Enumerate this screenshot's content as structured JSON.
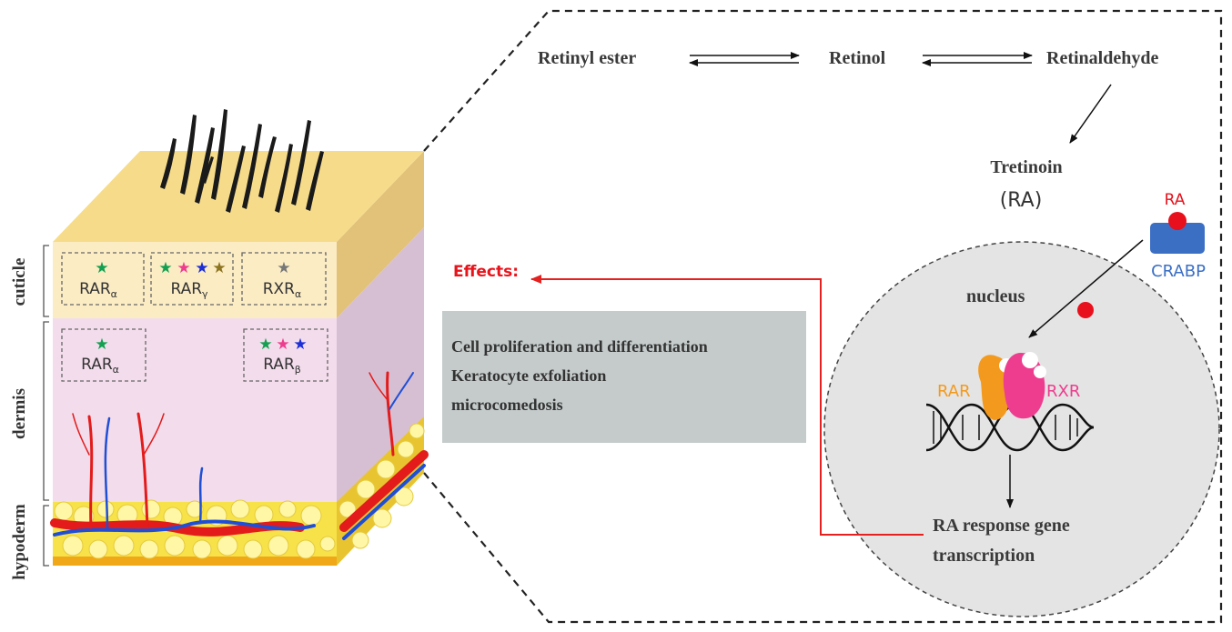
{
  "pathway": {
    "retinyl_ester": "Retinyl ester",
    "retinol": "Retinol",
    "retinaldehyde": "Retinaldehyde",
    "tretinoin": "Tretinoin",
    "ra_paren": "(RA)"
  },
  "receptor_panel": {
    "ra_label": "RA",
    "crabp_label": "CRABP",
    "nucleus_label": "nucleus",
    "rar_label": "RAR",
    "rxr_label": "RXR",
    "transcription_line1": "RA response gene",
    "transcription_line2": "transcription"
  },
  "effects": {
    "label": "Effects:",
    "items": [
      "Cell proliferation and differentiation",
      "Keratocyte exfoliation",
      "microcomedosis"
    ]
  },
  "skin": {
    "layers": [
      "cuticle",
      "dermis",
      "hypoderm"
    ],
    "cuticle_receptors": [
      {
        "base": "RAR",
        "sub": "α"
      },
      {
        "base": "RAR",
        "sub": "γ"
      },
      {
        "base": "RXR",
        "sub": "α"
      }
    ],
    "dermis_receptors": [
      {
        "base": "RAR",
        "sub": "α"
      },
      {
        "base": "RAR",
        "sub": "β"
      }
    ]
  },
  "colors": {
    "effects_red": "#e8141c",
    "arrow_red": "#e5211f",
    "ra_dot": "#e8101c",
    "crabp_blue": "#3b6fc4",
    "rar_orange": "#f39a1e",
    "rxr_pink": "#ee3d8f",
    "nucleus_gray": "#e4e4e4",
    "effects_box": "#c5cbcb",
    "cuticle_top": "#f6dc8a",
    "cuticle_front": "#fbecc4",
    "dermis_front": "#f3dcec",
    "dermis_side": "#d7bfd3"
  }
}
